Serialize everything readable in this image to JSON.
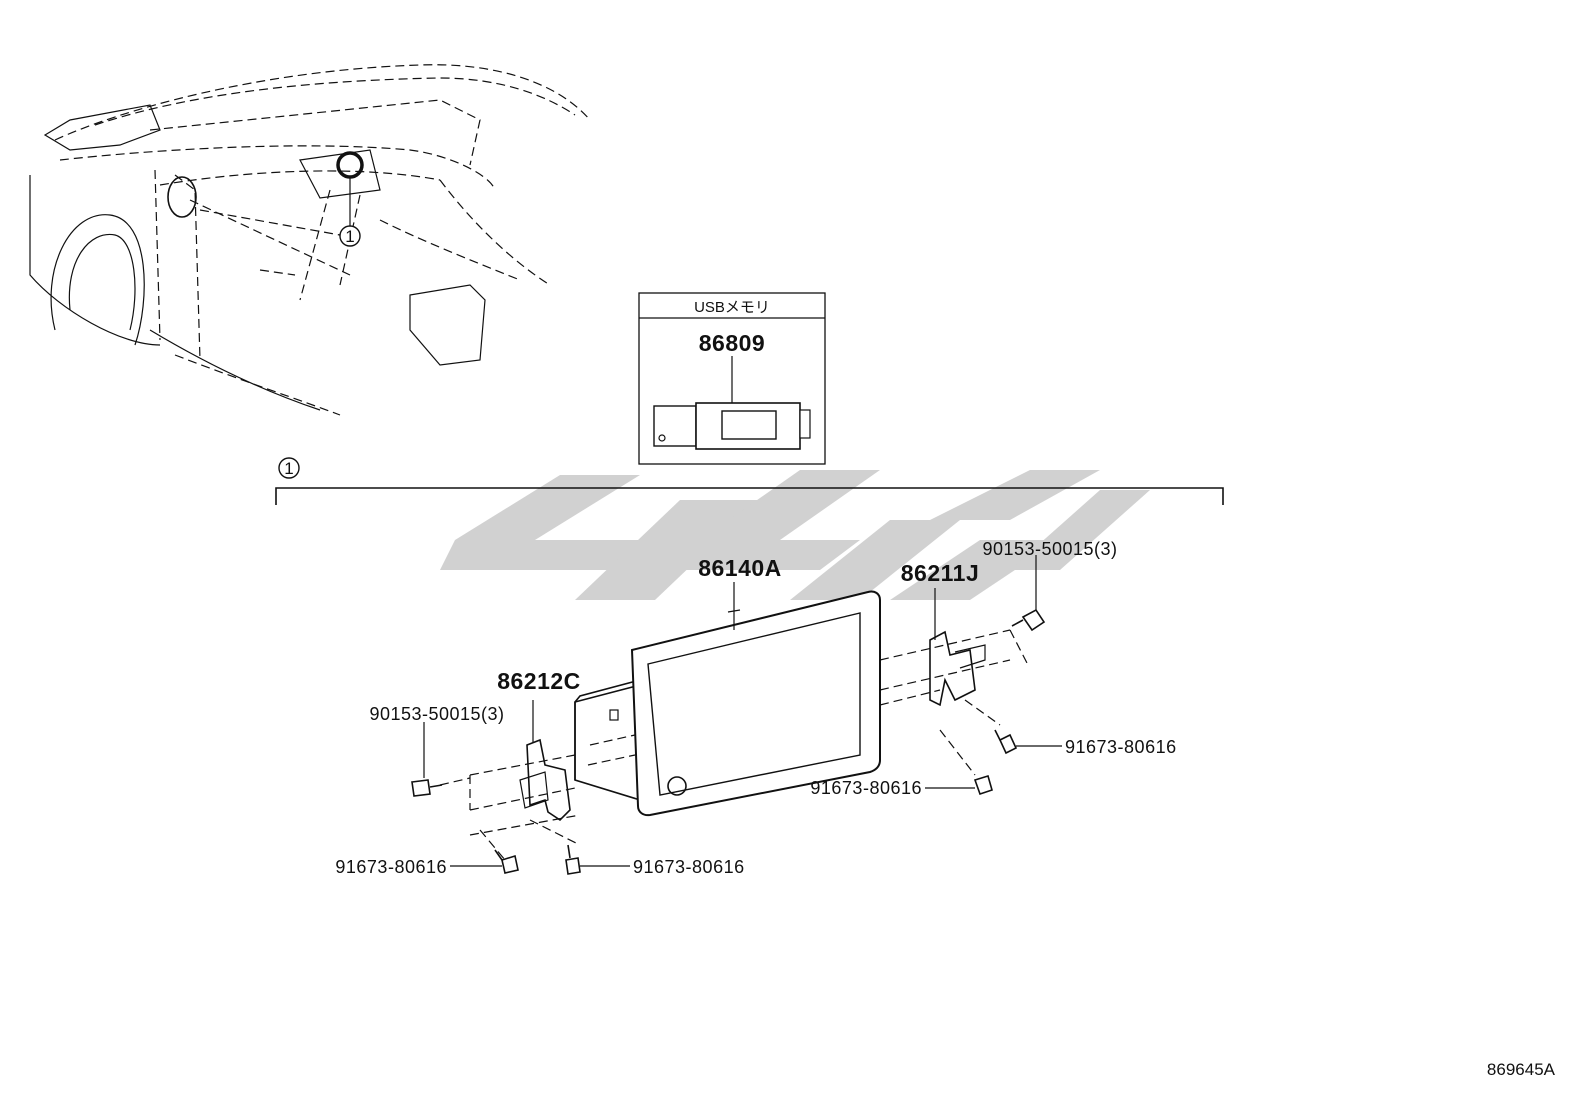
{
  "diagram": {
    "callout_number": "1",
    "usb_box": {
      "title": "USBメモリ",
      "part_number": "86809"
    },
    "parts": {
      "display_unit": "86140A",
      "bracket_right": "86211J",
      "bracket_left": "86212C",
      "screw_right_top": "90153-50015(3)",
      "screw_left_top": "90153-50015(3)",
      "bolt_right_lower": "91673-80616",
      "bolt_right_mid": "91673-80616",
      "bolt_left_lower": "91673-80616",
      "bolt_left_bottom": "91673-80616"
    },
    "figure_code": "869645A",
    "watermark_color": "#c8c8c8"
  }
}
